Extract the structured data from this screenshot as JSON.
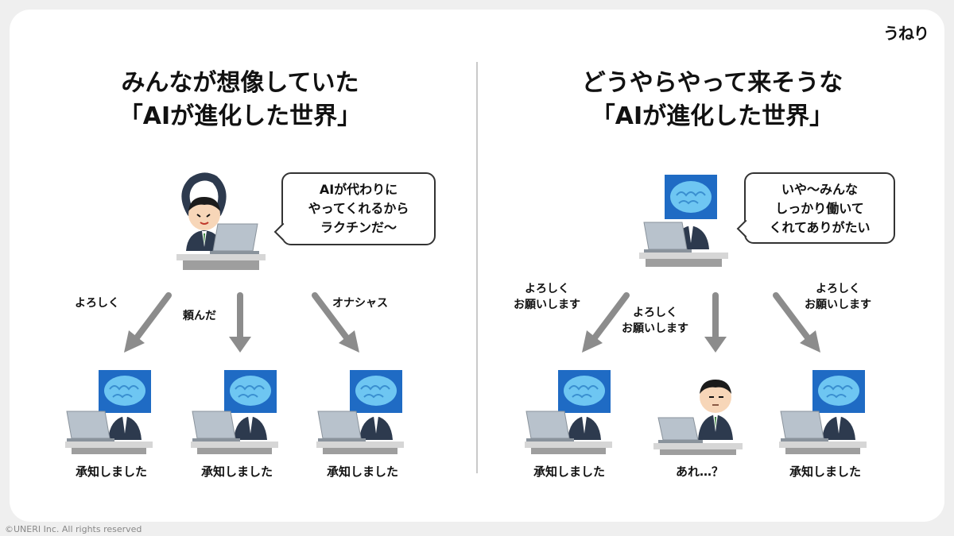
{
  "logo": "うねり",
  "left": {
    "title_line1": "みんなが想像していた",
    "title_line2": "「AIが進化した世界」",
    "bubble_lines": [
      "AIが代わりに",
      "やってくれるから",
      "ラクチンだ〜"
    ],
    "arrow_labels": [
      "よろしく",
      "頼んだ",
      "オナシャス"
    ],
    "captions": [
      "承知しました",
      "承知しました",
      "承知しました"
    ]
  },
  "right": {
    "title_line1": "どうやらやって来そうな",
    "title_line2": "「AIが進化した世界」",
    "bubble_lines": [
      "いや〜みんな",
      "しっかり働いて",
      "くれてありがたい"
    ],
    "arrow_labels": [
      [
        "よろしく",
        "お願いします"
      ],
      [
        "よろしく",
        "お願いします"
      ],
      [
        "よろしく",
        "お願いします"
      ]
    ],
    "captions": [
      "承知しました",
      "あれ…？",
      "承知しました"
    ]
  },
  "copyright": "©UNERI Inc. All rights reserved",
  "colors": {
    "arrow": "#8c8c8c",
    "brain_bg": "#1f6bc4",
    "brain": "#6ec6f2",
    "suit": "#2d3a4e",
    "desk": "#bdbdbd",
    "laptop": "#b8c2cc"
  }
}
